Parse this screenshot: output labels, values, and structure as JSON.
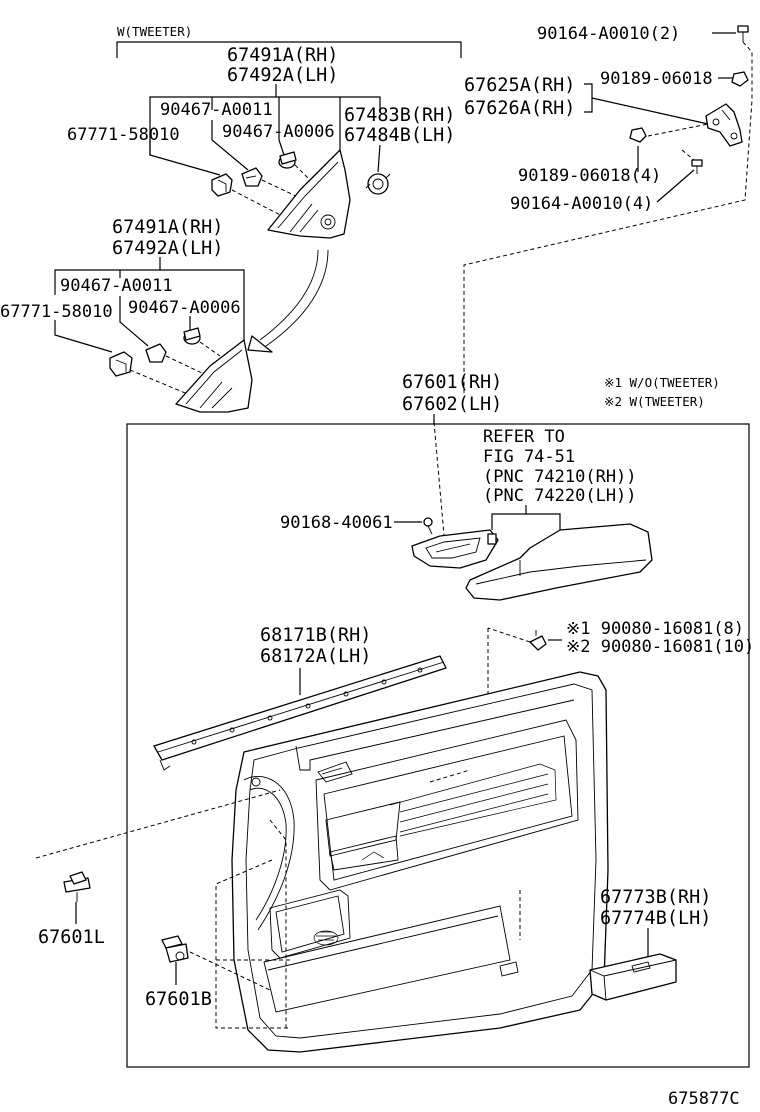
{
  "figure_id": "675877C",
  "notes": {
    "note1": "※1 W/O(TWEETER)",
    "note2": "※2 W(TWEETER)"
  },
  "tweeter_group": {
    "label": "W(TWEETER)",
    "part_a_rh": "67491A(RH)",
    "part_a_lh": "67492A(LH)",
    "clip1": "90467-A0011",
    "clip2": "90467-A0006",
    "retainer": "67771-58010",
    "tweeter_rh": "67483B(RH)",
    "tweeter_lh": "67484B(LH)"
  },
  "lower_group": {
    "part_a_rh": "67491A(RH)",
    "part_a_lh": "67492A(LH)",
    "clip1": "90467-A0011",
    "clip2": "90467-A0006",
    "retainer": "67771-58010"
  },
  "handle_group": {
    "screw_top": "90164-A0010(2)",
    "bracket_rh1": "67625A(RH)",
    "bracket_rh2": "67626A(RH)",
    "nut_top": "90189-06018",
    "nut_bottom": "90189-06018(4)",
    "screw_bottom": "90164-A0010(4)"
  },
  "panel": {
    "rh": "67601(RH)",
    "lh": "67602(LH)",
    "refer1": "REFER TO",
    "refer2": "FIG 74-51",
    "refer3": "(PNC 74210(RH))",
    "refer4": "(PNC 74220(LH))",
    "screw": "90168-40061",
    "clip_note1": "※1 90080-16081(8)",
    "clip_note2": "※2 90080-16081(10)",
    "weatherstrip_rh": "68171B(RH)",
    "weatherstrip_lh": "68172A(LH)",
    "pocket_rh": "67773B(RH)",
    "pocket_lh": "67774B(LH)",
    "clip_l": "67601L",
    "clip_b": "67601B"
  }
}
